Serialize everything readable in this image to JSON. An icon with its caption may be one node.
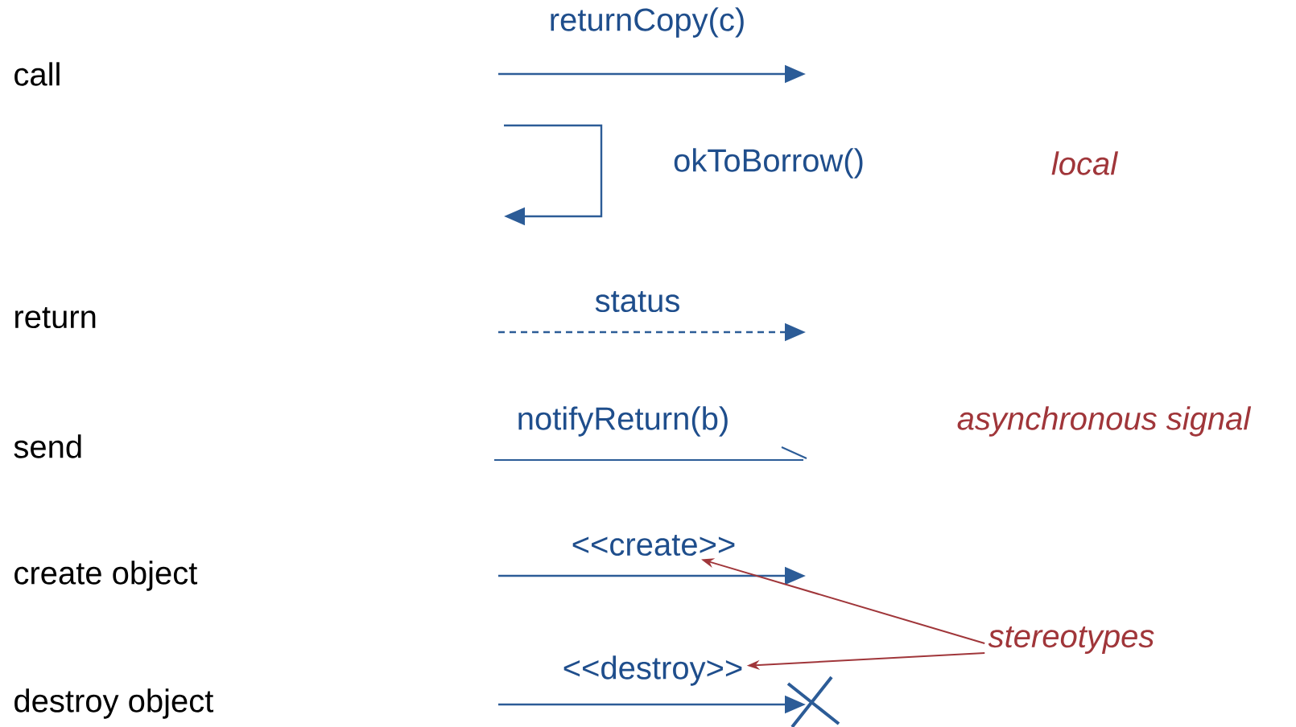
{
  "diagram": {
    "nodes": [
      {
        "text": [
          "stereotypes"
        ]
      },
      {
        "text": [
          "<<create>>"
        ]
      },
      {
        "text": [
          "<<destroy>>"
        ]
      }
    ],
    "edges": [
      {
        "from": 0,
        "to": 1,
        "arrow": "to"
      },
      {
        "from": 0,
        "to": 2,
        "arrow": "to"
      }
    ],
    "labels": [
      "call",
      "returnCopy(c)",
      "okToBorrow()",
      "local",
      "return",
      "status",
      "send",
      "notifyReturn(b)",
      "asynchronous signal",
      "create object",
      "destroy object"
    ]
  }
}
